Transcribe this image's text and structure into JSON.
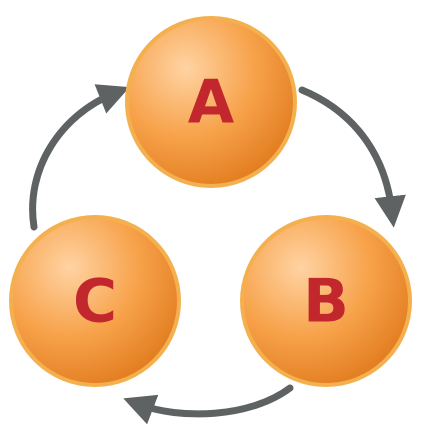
{
  "diagram": {
    "nodes": [
      {
        "id": "a",
        "label": "A"
      },
      {
        "id": "b",
        "label": "B"
      },
      {
        "id": "c",
        "label": "C"
      }
    ],
    "arrows": [
      {
        "from": "a",
        "to": "b"
      },
      {
        "from": "b",
        "to": "c"
      },
      {
        "from": "c",
        "to": "a"
      }
    ]
  },
  "colors": {
    "sphere_light": "#ffd3a3",
    "sphere_mid": "#f7a24a",
    "sphere_dark": "#e27c1f",
    "sphere_outline": "#f4b04f",
    "label": "#c1272d",
    "arrow": "#5f6263",
    "background": "#ffffff"
  }
}
